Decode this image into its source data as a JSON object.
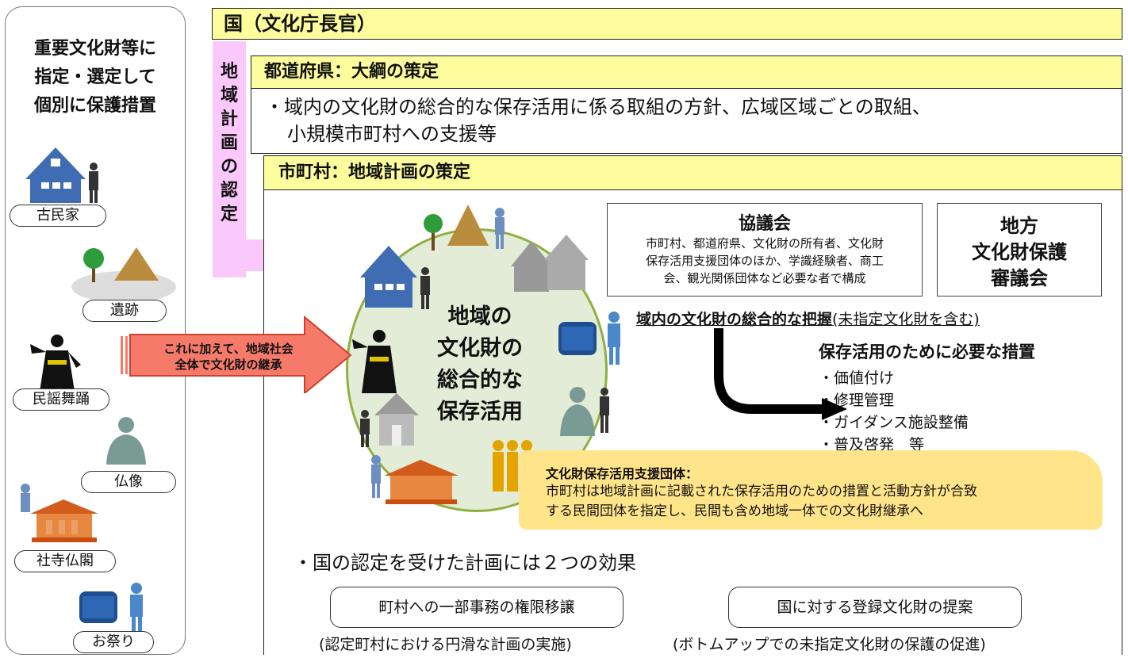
{
  "left_panel": {
    "title_lines": [
      "重要文化財等に",
      "指定・選定して",
      "個別に保護措置"
    ],
    "labels": [
      "古民家",
      "遺跡",
      "民謡舞踊",
      "仏像",
      "社寺仏閣",
      "お祭り"
    ]
  },
  "national": {
    "header": "国（文化庁長官）"
  },
  "approval": {
    "chars": [
      "地",
      "域",
      "計",
      "画",
      "の",
      "認",
      "定"
    ]
  },
  "prefecture": {
    "header": "都道府県：大綱の策定",
    "line1": "・域内の文化財の総合的な保存活用に係る取組の方針、広域区域ごとの取組、",
    "line2": "小規模市町村への支援等"
  },
  "municipality": {
    "header": "市町村：地域計画の策定",
    "council_title": "協議会",
    "council_desc": [
      "市町村、都道府県、文化財の所有者、文化財",
      "保存活用支援団体のほか、学識経験者、商工",
      "会、観光関係団体など必要な者で構成"
    ],
    "board_lines": [
      "地方",
      "文化財保護",
      "審議会"
    ],
    "circle_lines": [
      "地域の",
      "文化財の",
      "総合的な",
      "保存活用"
    ],
    "grasp_strong": "域内の文化財の総合的な把握",
    "grasp_note": "(未指定文化財を含む)",
    "measures_title": "保存活用のために必要な措置",
    "measures": [
      "・価値付け",
      "・修理管理",
      "・ガイダンス施設整備",
      "・普及啓発　等"
    ],
    "support_title": "文化財保存活用支援団体：",
    "support_lines": [
      "市町村は地域計画に記載された保存活用のための措置と活動方針が合致",
      "する民間団体を指定し、民間も含め地域一体での文化財継承へ"
    ],
    "effects_title": "・国の認定を受けた計画には２つの効果",
    "effect1": "町村への一部事務の権限移譲",
    "effect1_note": "(認定町村における円滑な計画の実施)",
    "effect2": "国に対する登録文化財の提案",
    "effect2_note": "(ボトムアップでの未指定文化財の保護の促進)"
  },
  "red_arrow": {
    "lines": [
      "これに加えて、地域社会",
      "全体で文化財の継承"
    ]
  },
  "colors": {
    "yellow": "#fdfd9d",
    "pink": "#fbc8fb",
    "red": "#f57a6a",
    "orange_box": "#ffe48a",
    "green_circle": "#e3ecd6"
  }
}
